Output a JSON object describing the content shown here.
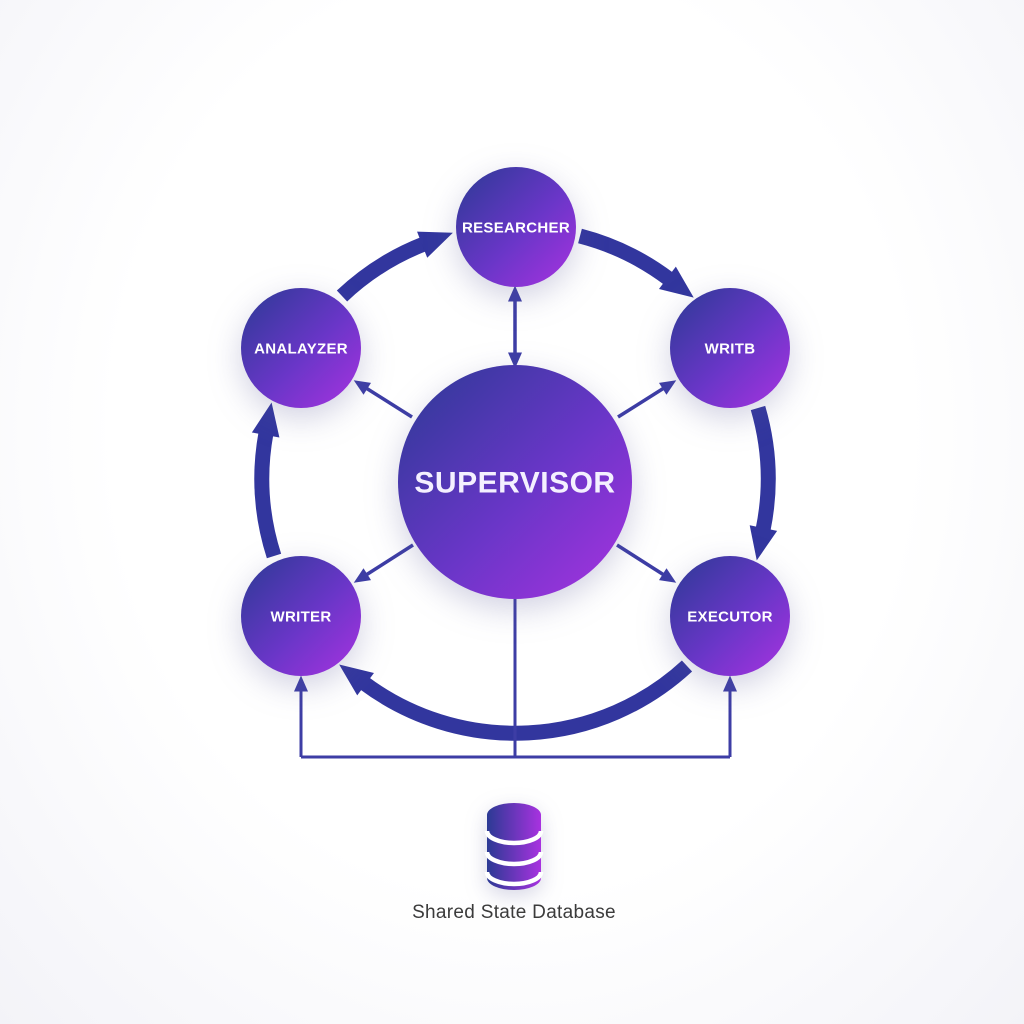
{
  "diagram": {
    "supervisor": {
      "label": "SUPERVISOR"
    },
    "agents": {
      "researcher": {
        "label": "RESEARCHER"
      },
      "analayzer": {
        "label": "ANALAYZER"
      },
      "writb": {
        "label": "WRITB"
      },
      "writer": {
        "label": "WRITER"
      },
      "executor": {
        "label": "EXECUTOR"
      }
    },
    "database": {
      "label": "Shared State Database"
    },
    "colors": {
      "node_gradient_start": "#2b3a94",
      "node_gradient_mid": "#6a36c8",
      "node_gradient_end": "#a832e0",
      "thick_arrow": "#32369e",
      "thin_line": "#3d3da5",
      "node_text": "#ffffff",
      "database_text": "#3b3b3b",
      "background": "#ffffff"
    }
  }
}
